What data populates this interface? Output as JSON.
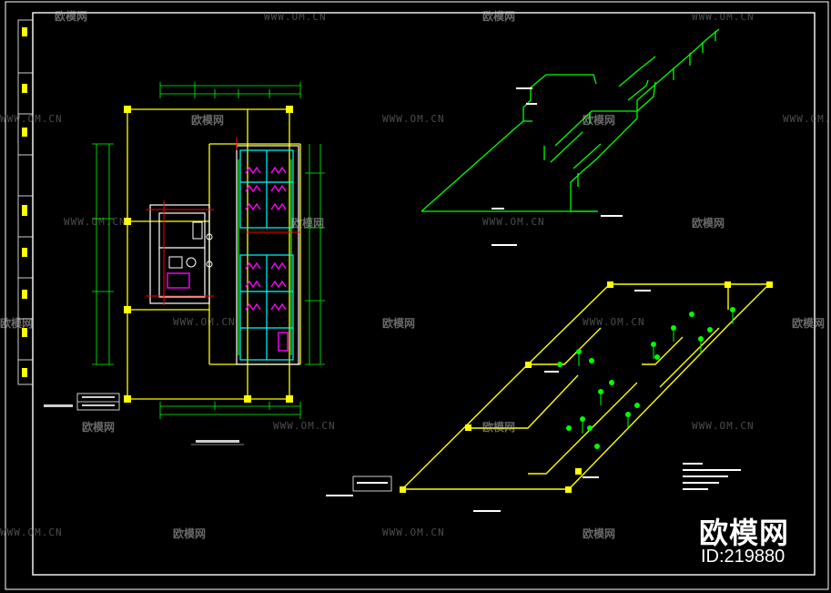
{
  "watermark": {
    "brand": "欧模网",
    "url": "WWW.OM.CN",
    "id_label": "ID:219880"
  },
  "drawing": {
    "type": "CAD plumbing drawing",
    "colors": {
      "background": "#000000",
      "frame": "#ffffff",
      "water_supply": "#00ff00",
      "drainage": "#ffff00",
      "fixtures": "#ff00ff",
      "walls": "#ffffff",
      "cyan_walls": "#00ffff",
      "red_axis": "#ff0000"
    }
  }
}
